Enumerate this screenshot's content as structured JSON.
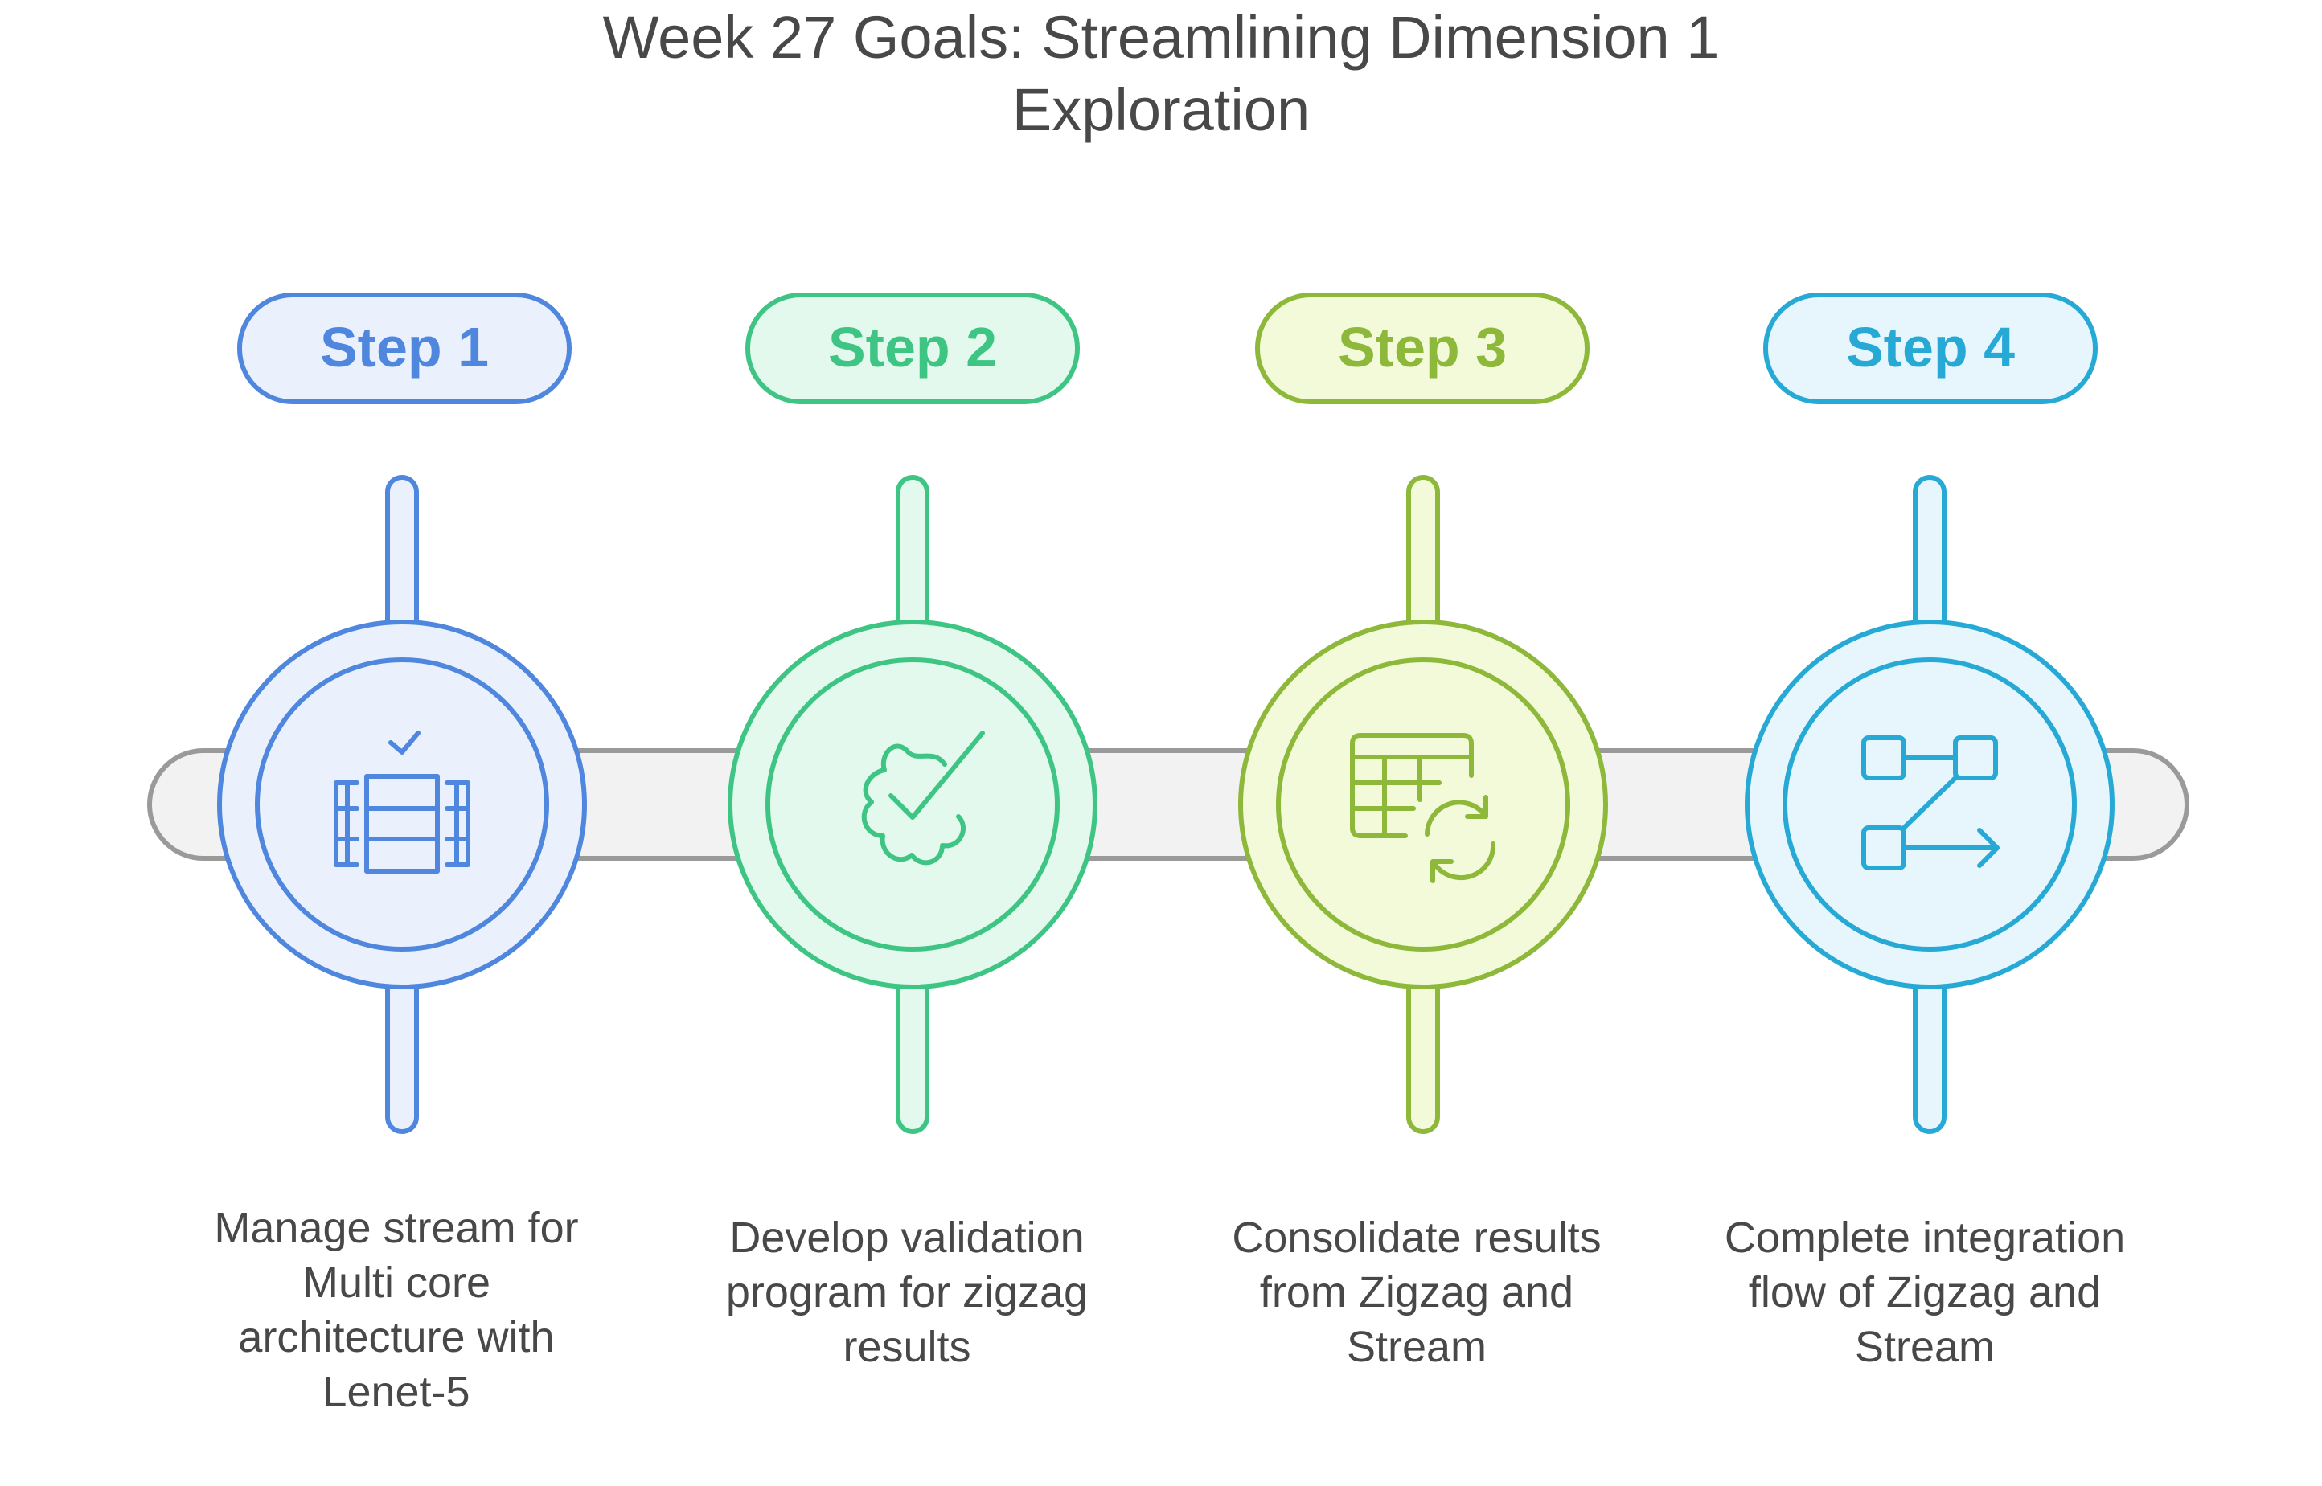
{
  "title": {
    "line1": "Week 27 Goals: Streamlining Dimension 1",
    "line2": "Exploration"
  },
  "steps": [
    {
      "label": "Step 1",
      "description": [
        "Manage stream for",
        "Multi core",
        "architecture with",
        "Lenet-5"
      ],
      "icon": "multi-core-processor-icon",
      "color": "#4f86de",
      "fill": "#eaf1fc"
    },
    {
      "label": "Step 2",
      "description": [
        "Develop validation",
        "program for zigzag",
        "results"
      ],
      "icon": "validation-badge-icon",
      "color": "#3ec584",
      "fill": "#e3f9ee"
    },
    {
      "label": "Step 3",
      "description": [
        "Consolidate results",
        "from Zigzag and",
        "Stream"
      ],
      "icon": "table-sync-icon",
      "color": "#8db83a",
      "fill": "#f2fad9"
    },
    {
      "label": "Step 4",
      "description": [
        "Complete integration",
        "flow of Zigzag and",
        "Stream"
      ],
      "icon": "integration-flow-icon",
      "color": "#27a9d6",
      "fill": "#e6f6fc"
    }
  ],
  "colors": {
    "title_text": "#484848",
    "description_text": "#484848",
    "track_fill": "#f2f2f2",
    "track_stroke": "#9a9a9a"
  }
}
